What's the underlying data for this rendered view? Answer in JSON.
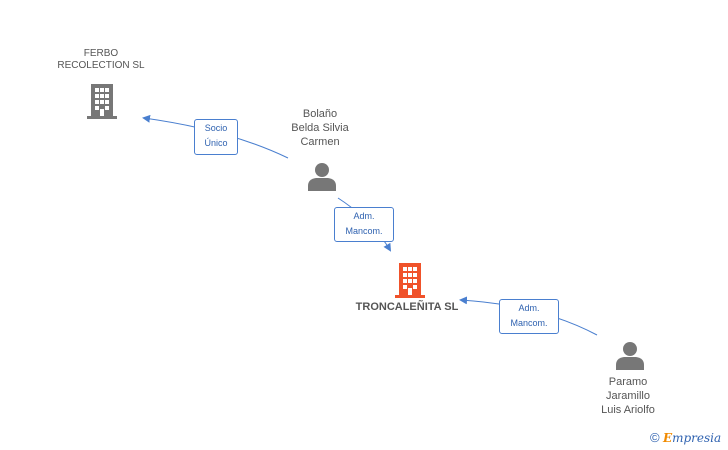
{
  "nodes": {
    "ferbo": {
      "line1": "FERBO",
      "line2": "RECOLECTION SL",
      "type": "company"
    },
    "bolano": {
      "line1": "Bolaño",
      "line2": "Belda Silvia",
      "line3": "Carmen",
      "type": "person"
    },
    "troncalenita": {
      "name": "TRONCALEÑITA SL",
      "type": "company-main"
    },
    "paramo": {
      "line1": "Paramo",
      "line2": "Jaramillo",
      "line3": "Luis Ariolfo",
      "type": "person"
    }
  },
  "edges": {
    "socio_unico": {
      "line1": "Socio",
      "line2": "Único"
    },
    "adm_mancom_1": {
      "line1": "Adm.",
      "line2": "Mancom."
    },
    "adm_mancom_2": {
      "line1": "Adm.",
      "line2": "Mancom."
    }
  },
  "colors": {
    "company": "#777777",
    "company_main": "#f0522a",
    "person": "#777777",
    "edge": "#4a7fcf"
  },
  "brand": {
    "copyright": "©",
    "e": "E",
    "rest": "mpresia"
  }
}
